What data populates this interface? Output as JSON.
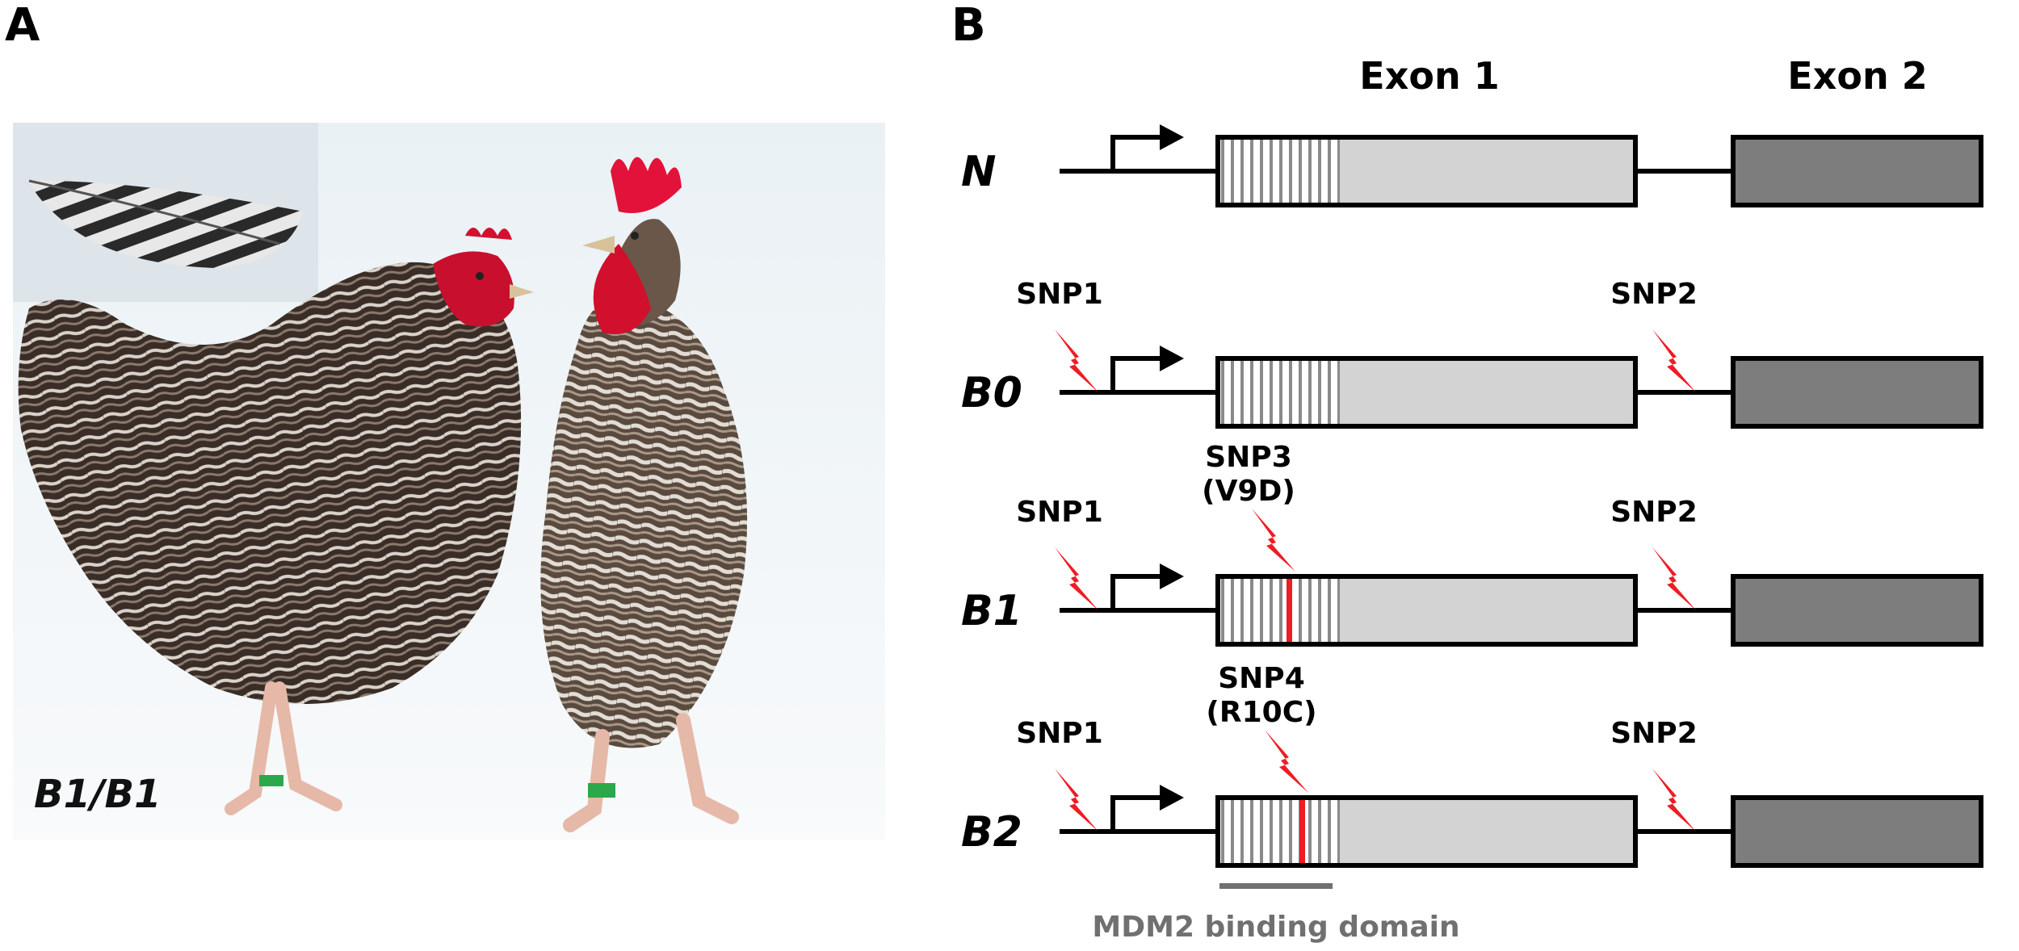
{
  "panel_a": {
    "letter": "A",
    "genotype_label": "B1/B1"
  },
  "panel_b": {
    "letter": "B",
    "exon1_label": "Exon 1",
    "exon2_label": "Exon 2",
    "domain_label": "MDM2 binding domain",
    "alleles": [
      {
        "name": "N",
        "snps": []
      },
      {
        "name": "B0",
        "snps": [
          "SNP1",
          "SNP2"
        ]
      },
      {
        "name": "B1",
        "snps": [
          "SNP1",
          "SNP2"
        ],
        "coding_snp_name": "SNP3",
        "coding_snp_change": "(V9D)"
      },
      {
        "name": "B2",
        "snps": [
          "SNP1",
          "SNP2"
        ],
        "coding_snp_name": "SNP4",
        "coding_snp_change": "(R10C)"
      }
    ]
  },
  "colors": {
    "exon1_fill": "#d3d3d3",
    "exon2_fill": "#7d7d7d",
    "snp_red": "#ee1c25",
    "domain_bar": "#707070",
    "photo_background": "#eef3f6"
  }
}
